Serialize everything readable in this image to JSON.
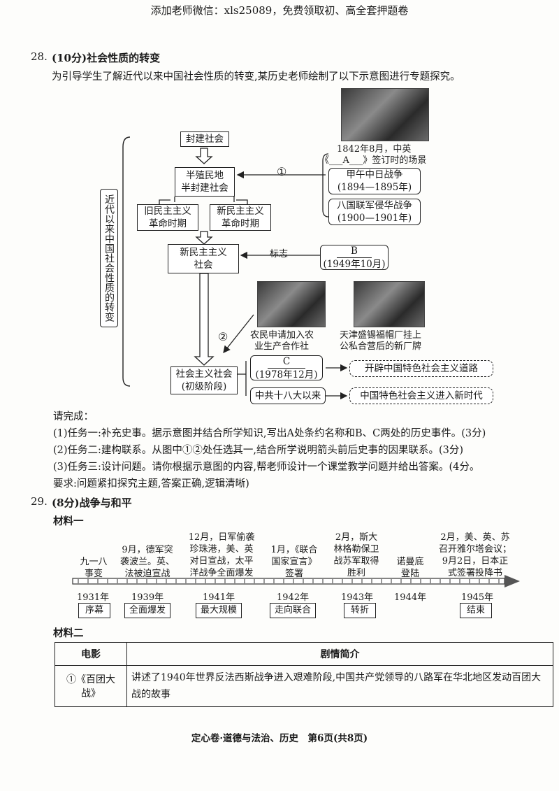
{
  "header": {
    "watermark_text": "添加老师微信：xls25089，免费领取初、高全套押题卷"
  },
  "q28": {
    "number": "28.",
    "title": "(10分)社会性质的转变",
    "intro": "为引导学生了解近代以来中国社会性质的转变,某历史老师绘制了以下示意图进行专题探究。",
    "diagram": {
      "side_label": "近代以来中国社会性质的转变",
      "feudal": "封建社会",
      "semi_line1": "半殖民地",
      "semi_line2": "半封建社会",
      "old_dem_line1": "旧民主主义",
      "old_dem_line2": "革命时期",
      "new_dem_line1": "新民主主义",
      "new_dem_line2": "革命时期",
      "new_society_line1": "新民主主义",
      "new_society_line2": "社会",
      "socialist_line1": "社会主义社会",
      "socialist_line2": "(初级阶段)",
      "marker1": "①",
      "marker2": "②",
      "photo1_caption1": "1842年8月，中英",
      "photo1_caption2": "《___A___》签订时的场景",
      "war1_line1": "甲午中日战争",
      "war1_line2": "(1894—1895年)",
      "war2_line1": "八国联军侵华战争",
      "war2_line2": "(1900—1901年)",
      "mark_label": "标志",
      "b_line1": "B",
      "b_line2": "(1949年10月)",
      "photo2_caption1": "农民申请加入农",
      "photo2_caption2": "业生产合作社",
      "photo3_caption1": "天津盛锡福帽厂挂上",
      "photo3_caption2": "公私合营后的新厂牌",
      "c_line1": "C",
      "c_line2": "(1978年12月)",
      "c_result": "开辟中国特色社会主义道路",
      "cpc18": "中共十八大以来",
      "cpc18_result": "中国特色社会主义进入新时代"
    },
    "prompt": "请完成：",
    "task1": "(1)任务一:补充史事。据示意图并结合所学知识,写出A处条约名称和B、C两处的历史事件。(3分)",
    "task2": "(2)任务二:建构联系。从图中①②处任选其一,结合所学说明箭头前后史事的因果联系。(3分)",
    "task3_line1": "(3)任务三:设计问题。请你根据示意图的内容,帮老师设计一个课堂教学问题并给出答案。(4分。",
    "task3_line2": "要求:问题紧扣探究主题,答案正确,逻辑清晰)"
  },
  "q29": {
    "number": "29.",
    "title": "(8分)战争与和平",
    "material1_label": "材料一",
    "timeline": {
      "events": [
        {
          "text1": "九一八",
          "text2": "事变",
          "text3": ""
        },
        {
          "text1": "9月，德军突",
          "text2": "袭波兰。英、",
          "text3": "法被迫宣战"
        },
        {
          "text1": "12月，日军偷袭",
          "text2": "珍珠港，美、英",
          "text3": "对日宣战，太平",
          "text4": "洋战争全面爆发"
        },
        {
          "text1": "1月，《联合",
          "text2": "国家宣言》",
          "text3": "签署"
        },
        {
          "text1": "2月，斯大",
          "text2": "林格勒保卫",
          "text3": "战苏军取得",
          "text4": "胜利"
        },
        {
          "text1": "诺曼底",
          "text2": "登陆",
          "text3": ""
        },
        {
          "text1": "2月，美、英、苏",
          "text2": "召开雅尔塔会议；",
          "text3": "9月2日，日本正",
          "text4": "式签署投降书"
        }
      ],
      "years": [
        "1931年",
        "1939年",
        "1941年",
        "1942年",
        "1943年",
        "1944年",
        "1945年"
      ],
      "tags": [
        "序幕",
        "全面爆发",
        "最大规模",
        "走向联合",
        "转折",
        "结束"
      ]
    },
    "material2_label": "材料二",
    "table": {
      "headers": [
        "电影",
        "剧情简介"
      ],
      "row1_title": "①《百团大战》",
      "row1_desc": "讲述了1940年世界反法西斯战争进入艰难阶段,中国共产党领导的八路军在华北地区发动百团大战的故事"
    }
  },
  "footer": {
    "text": "定心卷·道德与法治、历史　第6页(共8页)"
  }
}
